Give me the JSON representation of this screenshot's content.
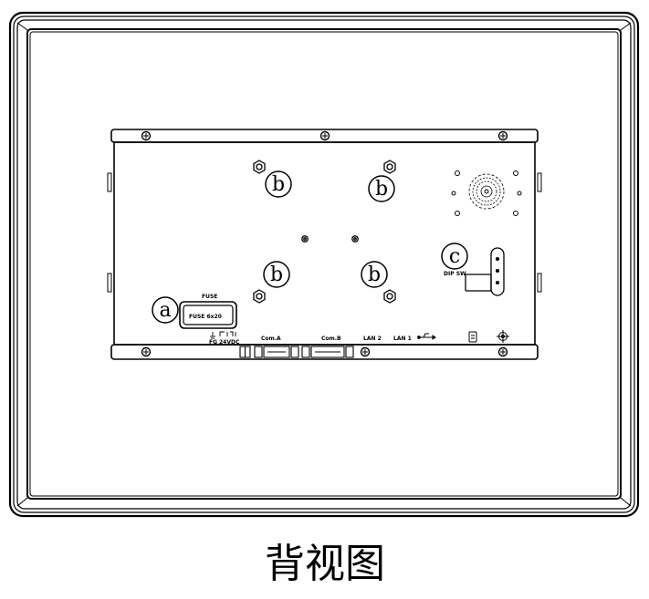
{
  "caption": "背视图",
  "callouts": {
    "fuse": "a",
    "mount_top_left": "b",
    "mount_top_right": "b",
    "mount_bottom_left": "b",
    "mount_bottom_right": "b",
    "dip_switch": "c"
  },
  "labels": {
    "fuse_header": "FUSE",
    "fuse_rating": "FUSE 6x20",
    "fg": "FG",
    "power": "24VDC",
    "com_a": "Com.A",
    "com_b": "Com.B",
    "lan2": "LAN 2",
    "lan1": "LAN 1",
    "dip_sw": "DIP SW"
  }
}
